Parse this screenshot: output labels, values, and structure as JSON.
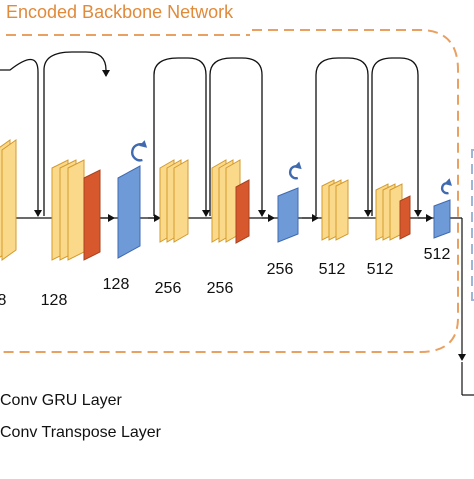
{
  "title": "Encoded Backbone Network",
  "legend": {
    "gru": "Conv GRU Layer",
    "transpose": "Conv Transpose Layer"
  },
  "size_labels": [
    "8",
    "128",
    "128",
    "256",
    "256",
    "256",
    "512",
    "512",
    "512"
  ],
  "colors": {
    "frame": "#e9a060",
    "conv_fill": "#fbd98a",
    "conv_stroke": "#d39a2c",
    "transpose_fill": "#d8582e",
    "transpose_stroke": "#a8421e",
    "gru_fill": "#6f9ad8",
    "gru_stroke": "#3f6ab0",
    "recurrent_arrow": "#3f6ab0",
    "right_frame": "#9ab6d8"
  }
}
